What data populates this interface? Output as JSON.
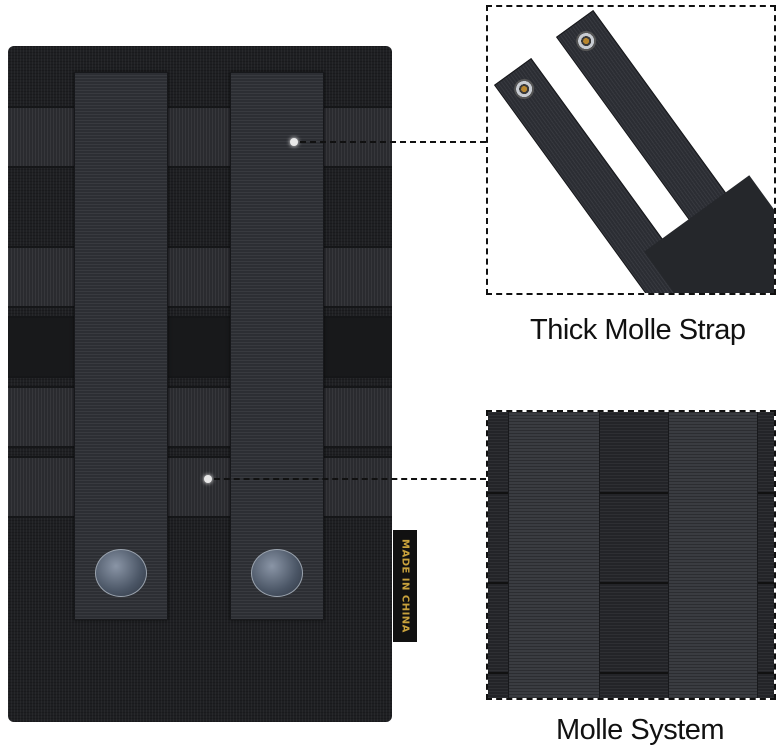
{
  "product": {
    "description": "Black tactical MOLLE pouch, rear view with two snap straps",
    "label_tag": "MADE IN CHINA",
    "colors": {
      "fabric": "#1e1f22",
      "strap": "#2c2e33",
      "snap": "#4a5565",
      "label_text": "#c9a23c",
      "background": "#ffffff"
    }
  },
  "callouts": [
    {
      "id": "thick-strap",
      "caption": "Thick Molle Strap"
    },
    {
      "id": "molle-system",
      "caption": "Molle System"
    }
  ]
}
